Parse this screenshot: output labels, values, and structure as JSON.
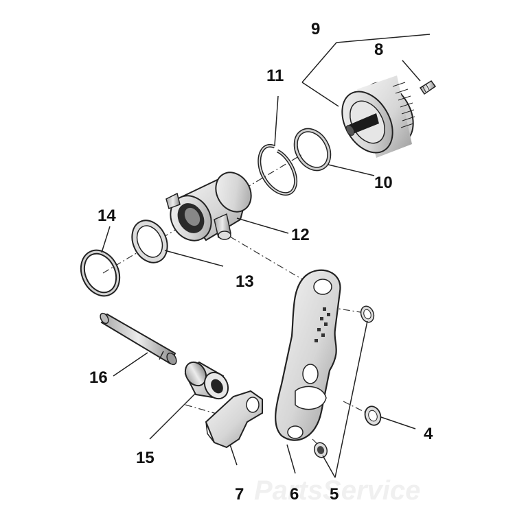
{
  "callouts": [
    "4",
    "5",
    "6",
    "7",
    "8",
    "9",
    "10",
    "11",
    "12",
    "13",
    "14",
    "15",
    "16"
  ],
  "watermark": "PartsService"
}
